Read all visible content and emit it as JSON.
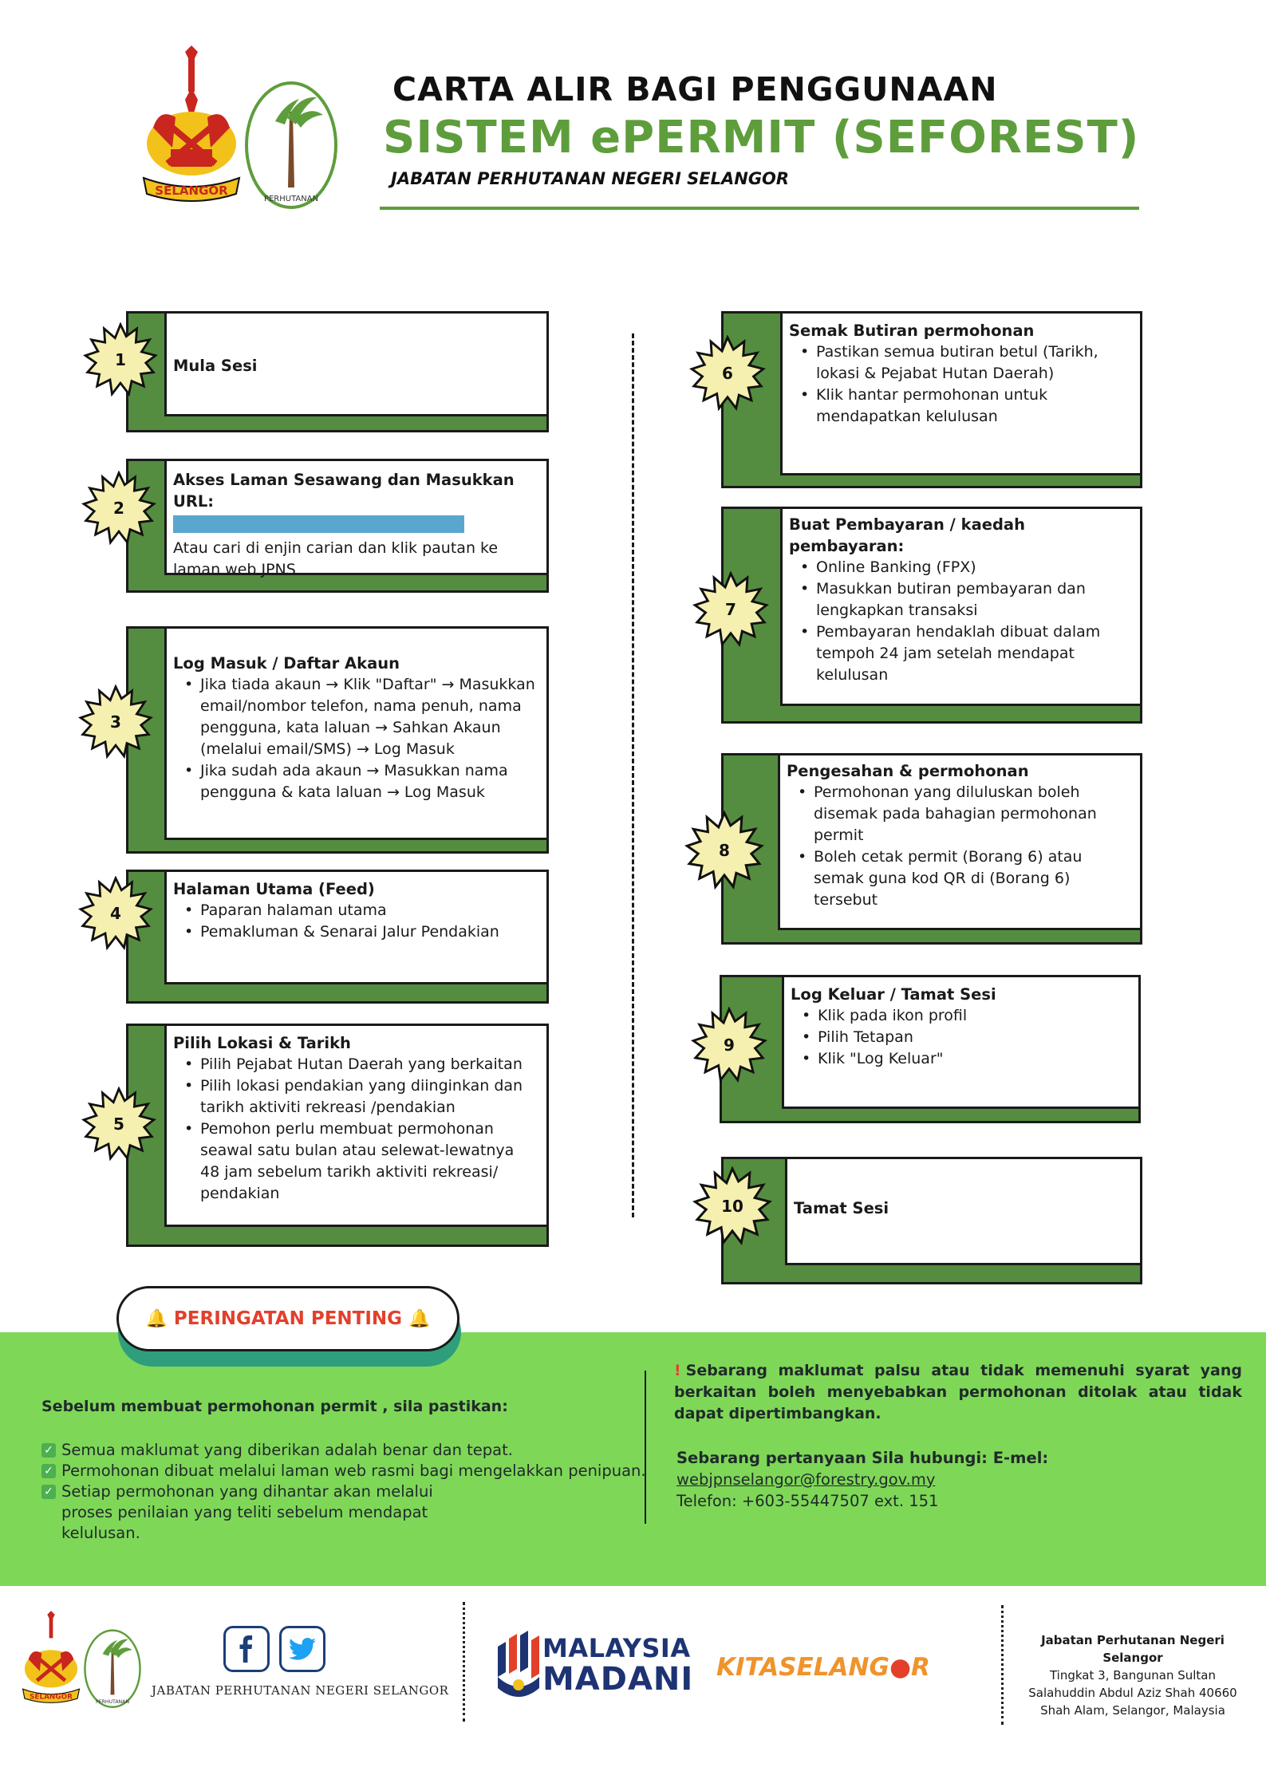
{
  "header": {
    "title_line1": "CARTA ALIR BAGI PENGGUNAAN",
    "title_line2": "SISTEM ePERMIT (SEFOREST)",
    "subtitle": "JABATAN PERHUTANAN NEGERI SELANGOR",
    "emblem_banner": "SELANGOR",
    "logo_caption": "PERHUTANAN"
  },
  "colors": {
    "brand_green": "#5e9d3c",
    "card_shadow_green": "#548d3f",
    "band_green": "#7fd758",
    "alert_red": "#e2402b",
    "burst_yellow": "#f5f0b0",
    "url_bar_blue": "#5aa6ce"
  },
  "steps": [
    {
      "number": "1",
      "title": "Mula Sesi",
      "body": "",
      "bullets": []
    },
    {
      "number": "2",
      "title": "Akses Laman Sesawang dan Masukkan URL:",
      "body": "Atau cari di enjin carian dan klik pautan ke laman web JPNS",
      "bullets": []
    },
    {
      "number": "3",
      "title": "Log Masuk / Daftar Akaun",
      "body": "",
      "bullets": [
        "Jika tiada akaun → Klik \"Daftar\" → Masukkan email/nombor telefon, nama penuh, nama pengguna, kata laluan → Sahkan Akaun (melalui email/SMS) → Log Masuk",
        "Jika sudah ada akaun → Masukkan nama pengguna & kata laluan → Log Masuk"
      ]
    },
    {
      "number": "4",
      "title": "Halaman Utama (Feed)",
      "body": "",
      "bullets": [
        "Paparan halaman utama",
        "Pemakluman & Senarai Jalur Pendakian"
      ]
    },
    {
      "number": "5",
      "title": "Pilih Lokasi & Tarikh",
      "body": "",
      "bullets": [
        "Pilih Pejabat Hutan Daerah yang berkaitan",
        "Pilih lokasi pendakian yang diinginkan dan tarikh aktiviti rekreasi /pendakian",
        "Pemohon perlu membuat permohonan seawal satu bulan atau selewat-lewatnya 48 jam sebelum tarikh aktiviti rekreasi/ pendakian"
      ]
    },
    {
      "number": "6",
      "title": "Semak Butiran permohonan",
      "body": "",
      "bullets": [
        "Pastikan semua butiran betul (Tarikh, lokasi & Pejabat Hutan Daerah)",
        "Klik hantar permohonan untuk mendapatkan kelulusan"
      ]
    },
    {
      "number": "7",
      "title": "Buat Pembayaran / kaedah pembayaran:",
      "body": "",
      "bullets": [
        "Online Banking (FPX)",
        "Masukkan butiran pembayaran dan lengkapkan transaksi",
        "Pembayaran hendaklah dibuat dalam tempoh 24 jam setelah mendapat kelulusan"
      ]
    },
    {
      "number": "8",
      "title": "Pengesahan & permohonan",
      "body": "",
      "bullets": [
        "Permohonan yang diluluskan boleh disemak pada bahagian permohonan permit",
        "Boleh cetak permit (Borang 6) atau semak guna kod QR di (Borang 6) tersebut"
      ]
    },
    {
      "number": "9",
      "title": "Log Keluar / Tamat Sesi",
      "body": "",
      "bullets": [
        "Klik pada ikon profil",
        "Pilih Tetapan",
        "Klik \"Log Keluar\""
      ]
    },
    {
      "number": "10",
      "title": "Tamat Sesi",
      "body": "",
      "bullets": []
    }
  ],
  "warning": {
    "banner": "PERINGATAN PENTING",
    "intro": "Sebelum membuat permohonan permit , sila pastikan:",
    "checklist": [
      "Semua maklumat yang diberikan adalah benar dan tepat.",
      "Permohonan dibuat melalui laman web rasmi bagi mengelakkan penipuan.",
      "Setiap permohonan yang dihantar akan melalui proses penilaian yang teliti sebelum mendapat kelulusan."
    ],
    "notice_mark": "!",
    "notice": "Sebarang maklumat palsu atau tidak memenuhi syarat yang berkaitan boleh menyebabkan permohonan ditolak atau tidak dapat dipertimbangkan.",
    "contact_heading": "Sebarang pertanyaan Sila hubungi: E-mel:",
    "email": "webjpnselangor@forestry.gov.my",
    "phone": "Telefon: +603-55447507  ext. 151"
  },
  "footer": {
    "agency": "JABATAN PERHUTANAN NEGERI SELANGOR",
    "emblem_banner": "SELANGOR",
    "logo_caption": "PERHUTANAN",
    "madani_line1": "MALAYSIA",
    "madani_line2": "MADANI",
    "kita_part1": "KITASELANG",
    "kita_part2": "R",
    "address_name": "Jabatan Perhutanan Negeri Selangor",
    "address_lines": [
      "Tingkat 3, Bangunan Sultan",
      "Salahuddin Abdul Aziz Shah 40660",
      "Shah Alam, Selangor, Malaysia"
    ]
  }
}
